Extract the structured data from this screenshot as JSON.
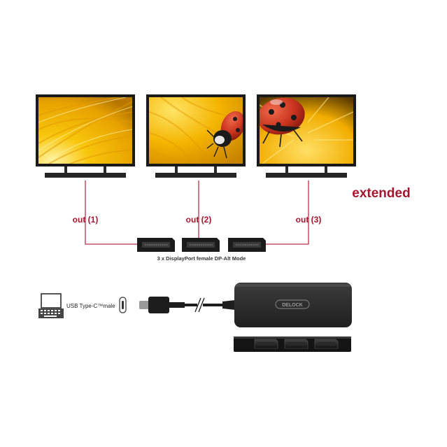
{
  "mode_label": "extended",
  "outputs": [
    {
      "label": "out (1)"
    },
    {
      "label": "out (2)"
    },
    {
      "label": "out (3)"
    }
  ],
  "ports_caption": "3 x DisplayPort female DP-Alt Mode",
  "host_label": "USB Type-C™male",
  "brand_logo": "DELOCK",
  "colors": {
    "accent": "#a3172f",
    "line": "#b9314a",
    "adapter": "#2b2b2b",
    "screen_yellow": "#f2b705",
    "ladybug_red": "#c8321e"
  },
  "icons": [
    "monitor-icon",
    "displayport-icon",
    "laptop-icon",
    "usb-c-icon"
  ]
}
